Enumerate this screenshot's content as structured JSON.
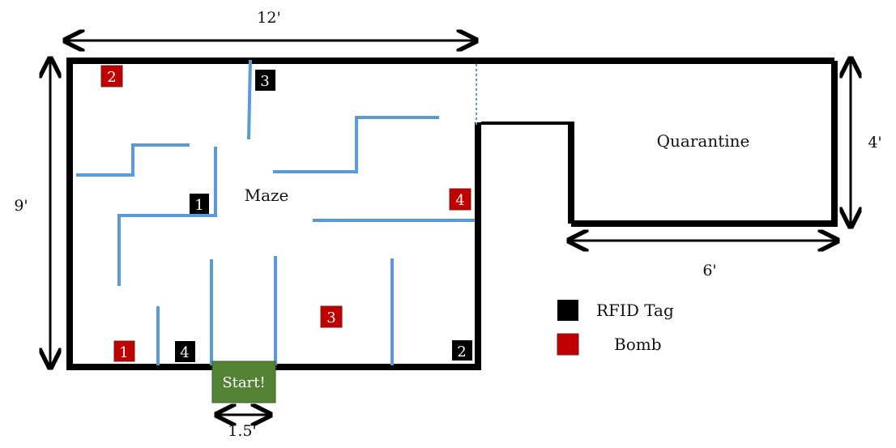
{
  "dimensions": {
    "maze_width": "12'",
    "maze_height": "9'",
    "quarantine_height": "4'",
    "quarantine_width": "6'",
    "start_width": "1.5'"
  },
  "areas": {
    "maze": "Maze",
    "quarantine": "Quarantine",
    "start": "Start!"
  },
  "markers": {
    "rfid_tags": [
      "1",
      "2",
      "3",
      "4"
    ],
    "bombs": [
      "1",
      "2",
      "3",
      "4"
    ]
  },
  "legend": {
    "rfid_label": "RFID Tag",
    "bomb_label": "Bomb"
  },
  "colors": {
    "wall": "#000000",
    "maze_wall": "#5b9bd5",
    "rfid": "#000000",
    "bomb": "#c00000",
    "start": "#548235",
    "dotted_door": "#5b9bd5"
  }
}
